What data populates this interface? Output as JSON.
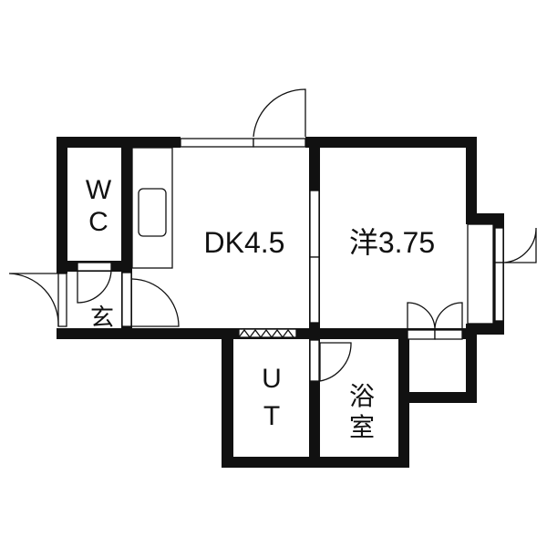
{
  "rooms": {
    "wc_line1": "W",
    "wc_line2": "C",
    "dk": "DK4.5",
    "western": "洋3.75",
    "entrance": "玄",
    "ut_line1": "U",
    "ut_line2": "T",
    "bath_line1": "浴",
    "bath_line2": "室"
  },
  "colors": {
    "wall": "#111111",
    "background": "#ffffff"
  }
}
